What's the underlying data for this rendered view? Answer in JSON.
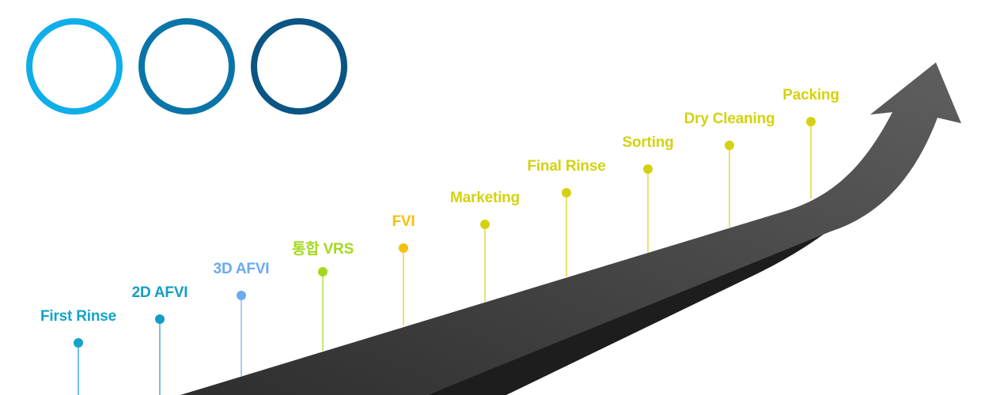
{
  "rings": [
    {
      "color": "#0eaee8"
    },
    {
      "color": "#0a74a9"
    },
    {
      "color": "#0a5583"
    }
  ],
  "arrow": {
    "top_color": "#5f5f5f",
    "bottom_color": "#2e2e2e",
    "side_color": "#1d1d1d"
  },
  "steps": [
    {
      "label": "First Rinse",
      "color": "#14a3c9"
    },
    {
      "label": "2D AFVI",
      "color": "#159cc4"
    },
    {
      "label": "3D AFVI",
      "color": "#6aaaf0"
    },
    {
      "label": "통합 VRS",
      "color": "#a4d81e"
    },
    {
      "label": "FVI",
      "color": "#f6c10e"
    },
    {
      "label": "Marketing",
      "color": "#d4d210"
    },
    {
      "label": "Final Rinse",
      "color": "#d4d210"
    },
    {
      "label": "Sorting",
      "color": "#d4d210"
    },
    {
      "label": "Dry Cleaning",
      "color": "#d4d210"
    },
    {
      "label": "Packing",
      "color": "#d4d210"
    }
  ]
}
